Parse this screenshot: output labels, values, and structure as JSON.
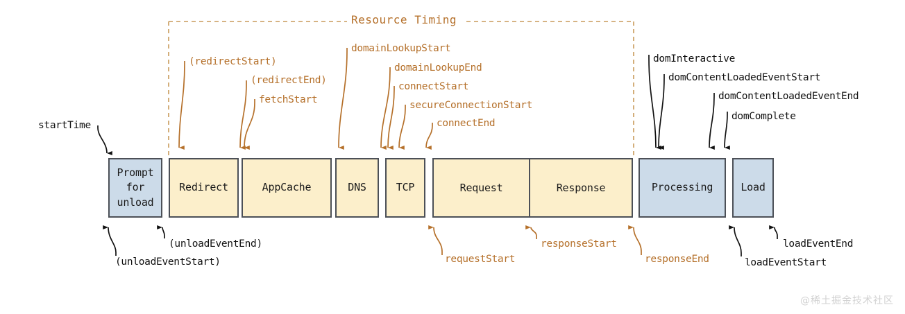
{
  "diagram": {
    "bracket_label": "Resource Timing",
    "phases": [
      {
        "name": "prompt-for-unload",
        "label": "Prompt\nfor\nunload",
        "fill": "#ccdbe9"
      },
      {
        "name": "redirect",
        "label": "Redirect",
        "fill": "#fcefcb"
      },
      {
        "name": "appcache",
        "label": "AppCache",
        "fill": "#fcefcb"
      },
      {
        "name": "dns",
        "label": "DNS",
        "fill": "#fcefcb"
      },
      {
        "name": "tcp",
        "label": "TCP",
        "fill": "#fcefcb"
      },
      {
        "name": "request",
        "label": "Request",
        "fill": "#fcefcb"
      },
      {
        "name": "response",
        "label": "Response",
        "fill": "#fcefcb"
      },
      {
        "name": "processing",
        "label": "Processing",
        "fill": "#ccdbe9"
      },
      {
        "name": "load",
        "label": "Load",
        "fill": "#ccdbe9"
      }
    ],
    "labels_top_orange": [
      "(redirectStart)",
      "(redirectEnd)",
      "fetchStart",
      "domainLookupStart",
      "domainLookupEnd",
      "connectStart",
      "secureConnectionStart",
      "connectEnd"
    ],
    "labels_top_black": [
      "domInteractive",
      "domContentLoadedEventStart",
      "domContentLoadedEventEnd",
      "domComplete"
    ],
    "label_start_time": "startTime",
    "labels_bottom_black_left": [
      "(unloadEventEnd)",
      "(unloadEventStart)"
    ],
    "labels_bottom_orange": [
      "requestStart",
      "responseStart",
      "responseEnd"
    ],
    "labels_bottom_black_right": [
      "loadEventEnd",
      "loadEventStart"
    ],
    "colors": {
      "orange": "#b5702a",
      "black": "#111111",
      "box_border": "#4c5057",
      "fill_blue": "#ccdbe9",
      "fill_yellow": "#fcefcb",
      "watermark": "#d2d2d2"
    }
  },
  "watermark": "@稀土掘金技术社区"
}
